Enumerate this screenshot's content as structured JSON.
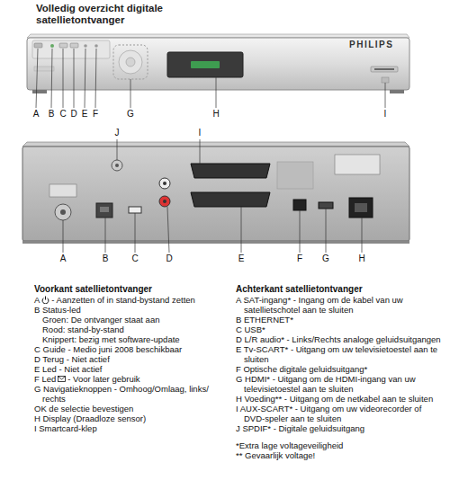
{
  "diagram": {
    "title": "Volledig overzicht digitale satellietontvanger",
    "labels": [
      "PHILIPS",
      "A",
      "B",
      "C",
      "D",
      "E",
      "F",
      "G",
      "H",
      "I",
      "J",
      "I",
      "A",
      "B",
      "C",
      "D",
      "E",
      "F",
      "G",
      "H",
      "Voorkant satellietontvanger",
      "A",
      "- Aanzetten of in stand-bystand zetten",
      "B Status-led",
      "Groen: De ontvanger staat aan",
      "Rood: stand-by-stand",
      "Knippert: bezig met software-update",
      "C Guide - Medio juni 2008 beschikbaar",
      "D Terug - Niet actief",
      "E Led - Niet actief",
      "F Led",
      "- Voor later gebruik",
      "G Navigatieknoppen - Omhoog/Omlaag, links/ rechts",
      "OK de selectie bevestigen",
      "H Display (Draadloze sensor)",
      "I Smartcard-klep",
      "Achterkant satellietontvanger",
      "A SAT-ingang* - Ingang om de kabel van uw satellietschotel aan te sluiten",
      "B ETHERNET*",
      "C USB*",
      "D L/R audio* - Links/Rechts analoge geluidsuitgangen",
      "E Tv-SCART* - Uitgang om uw televisietoestel aan te sluiten",
      "F Optische digitale geluidsuitgang*",
      "G HDMI* - Uitgang om de HDMI-ingang van uw televisietoestel aan te sluiten",
      "H Voeding** - Uitgang om de netkabel aan te sluiten",
      "I AUX-SCART* - Uitgang om uw videorecorder of DVD-speler aan te sluiten",
      "J SPDIF* - Digitale geluidsuitgang",
      "*Extra lage voltageveiligheid",
      "** Gevaarlijk voltage!"
    ]
  }
}
